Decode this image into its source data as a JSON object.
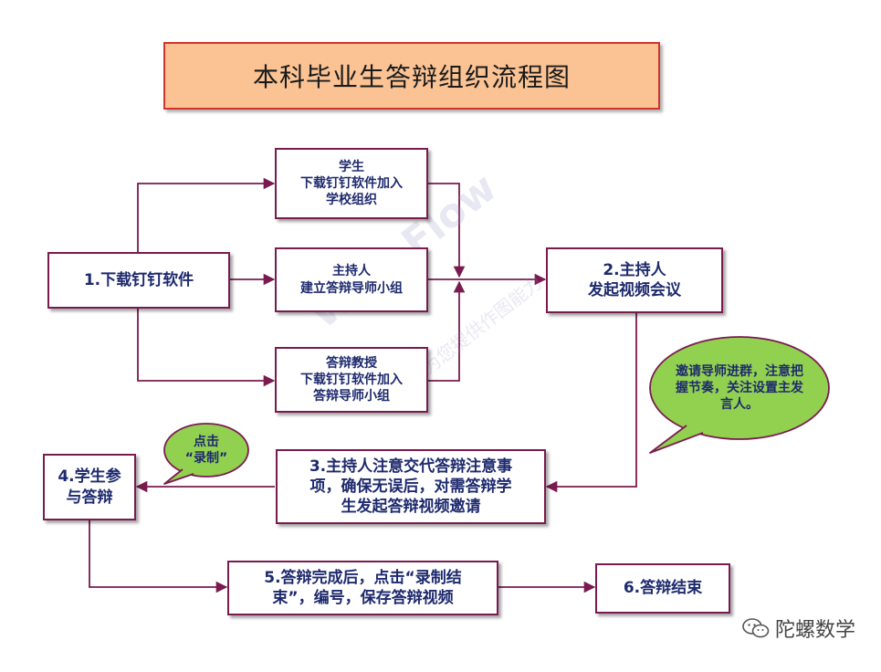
{
  "title": "本科毕业生答辩组织流程图",
  "nodes": {
    "step1": "1.下载钉钉软件",
    "student": "学生\n下载钉钉软件加入\n学校组织",
    "host": "主持人\n建立答辩导师小组",
    "professor": "答辩教授\n下载钉钉软件加入\n答辩导师小组",
    "step2": "2.主持人\n发起视频会议",
    "step3": "3.主持人注意交代答辩注意事\n项，确保无误后，对需答辩学\n生发起答辩视频邀请",
    "step4": "4.学生参\n与答辩",
    "step5": "5.答辩完成后，点击“录制结\n束”，编号，保存答辩视频",
    "step6": "6.答辩结束"
  },
  "callouts": {
    "invite": "邀请导师进群，注意把\n握节奏，关注设置主发\n言人。",
    "record": "点击\n“录制”"
  },
  "watermark": {
    "main": "WPS Flow",
    "sub": "WPS为您提供作图能力"
  },
  "brand": {
    "name": "陀螺数学",
    "icon": "wechat-icon"
  },
  "colors": {
    "border": "#7a1b4f",
    "text": "#1e2a6e",
    "title_fill": "#fbc394",
    "title_border": "#d1342d",
    "bubble_fill": "#92d050"
  }
}
